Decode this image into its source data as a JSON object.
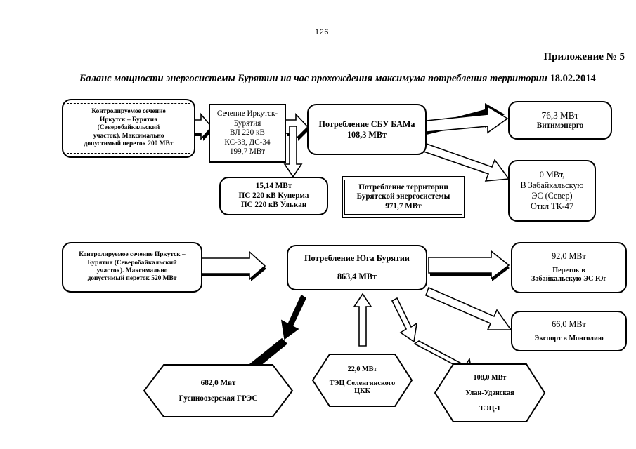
{
  "page": {
    "number": "126",
    "appendix": "Приложение № 5",
    "title": "Баланс мощности энергосистемы Бурятии на час прохождения максимума потребления территории",
    "title_date": "18.02.2014"
  },
  "colors": {
    "line": "#000000",
    "background": "#ffffff",
    "fill": "#ffffff"
  },
  "nodes": {
    "irkutsk_sbu": {
      "lines": [
        "Контролируемое сечение",
        "Иркутск – Бурятия",
        "(Северобайкальский",
        "участок). Максимально",
        "допустимый переток 200 МВт"
      ]
    },
    "sechenie_vl": {
      "lines": [
        "Сечение Иркутск-",
        "Бурятия",
        "ВЛ 220 кВ",
        "КС-33, ДС-34",
        "199,7 МВт"
      ]
    },
    "potreblenie_sbu": {
      "lines": [
        "Потребление СБУ БАМа",
        "108,3 МВт"
      ]
    },
    "vitimenergo": {
      "value": "76,3 МВт",
      "label": "Витимэнерго"
    },
    "zabaikal_sever": {
      "lines": [
        "0 МВт,",
        "В Забайкальскую",
        "ЭС (Север)",
        "Откл ТК-47"
      ]
    },
    "ps_kunerma": {
      "lines": [
        "15,14 МВт",
        "ПС 220 кВ Кунерма",
        "ПС 220 кВ Улькан"
      ]
    },
    "potreblenie_territorii": {
      "lines": [
        "Потребление территории",
        "Бурятской энергосистемы",
        "971,7 МВт"
      ]
    },
    "irkutsk_south": {
      "lines": [
        "Контролируемое сечение Иркутск –",
        "Бурятия (Северобайкальский",
        "участок). Максимально",
        "допустимый переток 520 МВт"
      ]
    },
    "potreblenie_yuga": {
      "title": "Потребление Юга Бурятии",
      "value": "863,4 МВт"
    },
    "peretok_yug": {
      "value": "92,0 МВт",
      "lines": [
        "Переток в",
        "Забайкальскую ЭС Юг"
      ]
    },
    "export_mongolia": {
      "value": "66,0 МВт",
      "label": "Экспорт в Монголию"
    },
    "gusinoozerskaya": {
      "value": "682,0 Мвт",
      "label": "Гусиноозерская ГРЭС"
    },
    "tec_selenginsk": {
      "value": "22,0 МВт",
      "lines": [
        "ТЭЦ Селенгинского",
        "ЦКК"
      ]
    },
    "ulan_ude_tec": {
      "value": "108,0 МВт",
      "lines": [
        "Улан-Удэнская",
        "ТЭЦ-1"
      ]
    }
  },
  "flows": [
    {
      "from": "irkutsk_sbu",
      "to": "sechenie_vl",
      "style": "block-arrow-right"
    },
    {
      "from": "sechenie_vl",
      "to": "potreblenie_sbu",
      "style": "block-arrow-right"
    },
    {
      "from": "sechenie_vl",
      "to": "ps_kunerma",
      "style": "block-arrow-down"
    },
    {
      "from": "potreblenie_sbu",
      "to": "vitimenergo",
      "style": "block-arrow-right"
    },
    {
      "from": "potreblenie_sbu",
      "to": "zabaikal_sever",
      "style": "block-arrow-diagonal"
    },
    {
      "from": "irkutsk_south",
      "to": "potreblenie_yuga",
      "style": "block-arrow-right"
    },
    {
      "from": "potreblenie_yuga",
      "to": "peretok_yug",
      "style": "block-arrow-right"
    },
    {
      "from": "potreblenie_yuga",
      "to": "export_mongolia",
      "style": "block-arrow-diagonal"
    },
    {
      "from": "gusinoozerskaya",
      "to": "potreblenie_yuga",
      "style": "block-arrow-up-left"
    },
    {
      "from": "tec_selenginsk",
      "to": "potreblenie_yuga",
      "style": "block-arrow-up"
    },
    {
      "from": "ulan_ude_tec",
      "to": "potreblenie_yuga",
      "style": "block-arrow-up-right"
    }
  ]
}
